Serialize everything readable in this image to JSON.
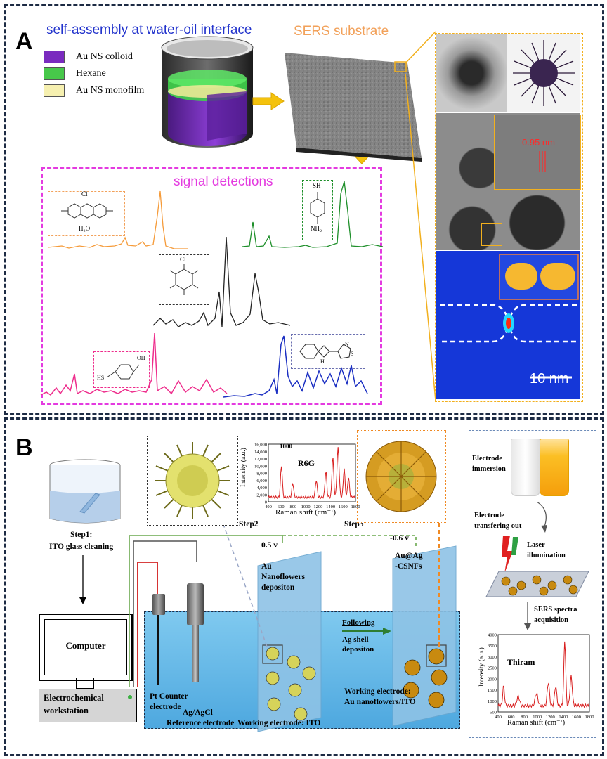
{
  "panel_a": {
    "letter": "A",
    "title": "self-assembly at water-oil interface",
    "legend": [
      {
        "label": "Au NS colloid",
        "color": "#7a2bbf"
      },
      {
        "label": "Hexane",
        "color": "#47c84a"
      },
      {
        "label": "Au NS monofilm",
        "color": "#f6f0b0"
      }
    ],
    "substrate_title": "SERS substrate",
    "signal_title": "signal detections",
    "lattice_label": "0.95 nm",
    "scale_bar": "10 nm",
    "molecule_labels": {
      "mb_counterion": "Cl⁻",
      "mb_water": "H₂O",
      "atp_sh": "SH",
      "atp_nh2": "NH₂",
      "hcb_cl": "Cl",
      "mba_sh": "HS",
      "mba_oh": "OH",
      "tbz_h": "H",
      "tbz_n": "N",
      "tbz_s": "S"
    },
    "colors": {
      "orange": "#f59b3a",
      "green": "#1e8f2a",
      "black": "#222222",
      "pink": "#ee2d8c",
      "blue": "#1b2fc2",
      "magenta_frame": "#e43be0"
    }
  },
  "panel_b": {
    "letter": "B",
    "step1": "Step1:",
    "step1_desc": "ITO glass  cleaning",
    "computer": "Computer",
    "workstation_line1": "Electrochemical",
    "workstation_line2": "workstation",
    "pt_line1": "Pt Counter",
    "pt_line2": "electrode",
    "ref_line1": "Ag/AgCl",
    "ref_line2": "Reference  electrode",
    "step2": "Step2",
    "step3": "Step3",
    "v1": "0.5 v",
    "v2": "-0.6 v",
    "au_line1": "Au",
    "au_line2": "Nanoflowers",
    "au_line3": "depositon",
    "auag_line1": "Au@Ag",
    "auag_line2": "-CSNFs",
    "following_line1": "Following",
    "following_line2": "Ag shell",
    "following_line3": "depositon",
    "we_ito": "Working electrode: ITO",
    "we_au_line1": "Working electrode:",
    "we_au_line2": "Au nanoflowers/ITO",
    "electrode_immersion_line1": "Electrode",
    "electrode_immersion_line2": "immersion",
    "transfer_line1": "Electrode",
    "transfer_line2": "transfering out",
    "laser_line1": "Laser",
    "laser_line2": "illumination",
    "sers_line1": "SERS spectra",
    "sers_line2": "acquisition",
    "r6g_chart": {
      "series_label": "R6G",
      "scale_label": "1000",
      "ylabel": "Intensity (a.u.)",
      "xlabel": "Raman shift (cm⁻¹)",
      "y_ticks": [
        "16,000",
        "14,000",
        "12,000",
        "10,000",
        "8,000",
        "6,000",
        "4,000",
        "2,000",
        "0"
      ],
      "x_ticks": [
        "400",
        "600",
        "800",
        "1000",
        "1200",
        "1400",
        "1600",
        "1800"
      ]
    },
    "thiram_chart": {
      "series_label": "Thiram",
      "ylabel": "Intensity (a.u.)",
      "xlabel": "Raman shift (cm⁻¹)",
      "y_ticks": [
        "4000",
        "3500",
        "3000",
        "2500",
        "2000",
        "1500",
        "1000",
        "500"
      ],
      "x_ticks": [
        "400",
        "600",
        "800",
        "1000",
        "1200",
        "1400",
        "1600",
        "1800"
      ]
    },
    "colors": {
      "spectrum_red": "#d81d1d",
      "green_wire": "#6aa84f",
      "red_wire": "#cc0000",
      "orange_arrow": "#f08a24"
    }
  }
}
